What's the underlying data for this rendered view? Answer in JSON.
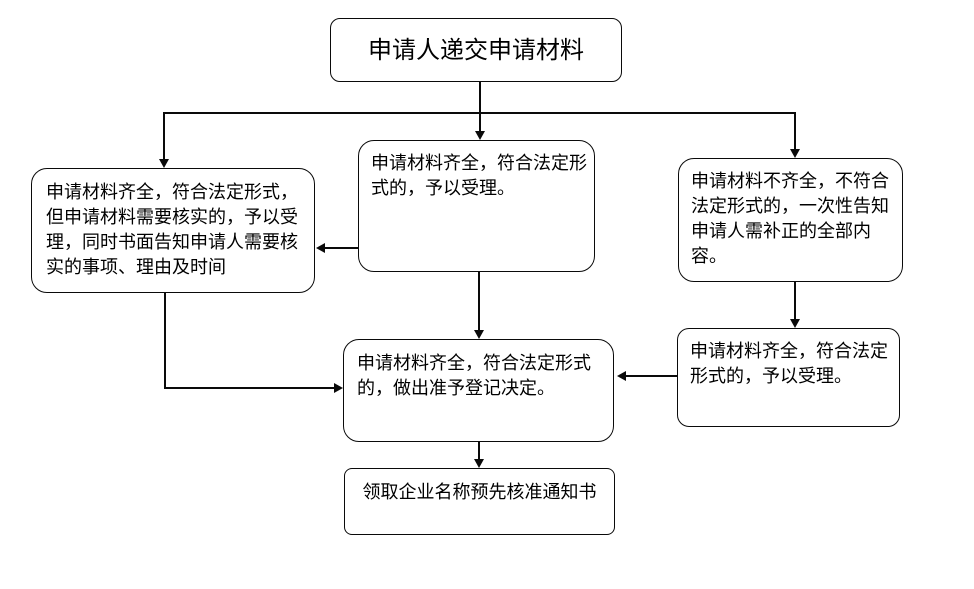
{
  "flowchart": {
    "background_color": "#ffffff",
    "line_color": "#0a0a0a",
    "nodes": {
      "submit": {
        "label": "申请人递交申请材料"
      },
      "verify": {
        "label": "申请材料齐全，符合法定形式，\n但申请材料需要核实的，予以受\n理，同时书面告知申请人需要核\n实的事项、理由及时间"
      },
      "accept_mid": {
        "label": "申请材料齐全，符合法定形\n式的，予以受理。"
      },
      "incomplete": {
        "label": "申请材料不齐全，不符合\n法定形式的，一次性告知\n申请人需补正的全部内\n容。"
      },
      "accept_right": {
        "label": "申请材料齐全，符合法定\n形式的，予以受理。"
      },
      "decision": {
        "label": "申请材料齐全，符合法定形式\n的，做出准予登记决定。"
      },
      "receive": {
        "label": "领取企业名称预先核准通知书"
      }
    }
  }
}
